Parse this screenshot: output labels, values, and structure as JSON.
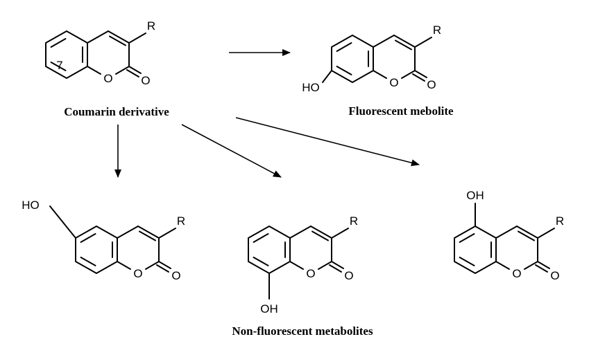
{
  "labels": {
    "parent": "Coumarin derivative",
    "fluorescent": "Fluorescent mebolite",
    "non_fluorescent": "Non-fluorescent metabolites"
  },
  "atoms": {
    "r": "R",
    "o": "O",
    "oh": "OH",
    "ho": "HO",
    "position_7": "7"
  },
  "colors": {
    "ink": "#000000",
    "background": "#ffffff"
  }
}
